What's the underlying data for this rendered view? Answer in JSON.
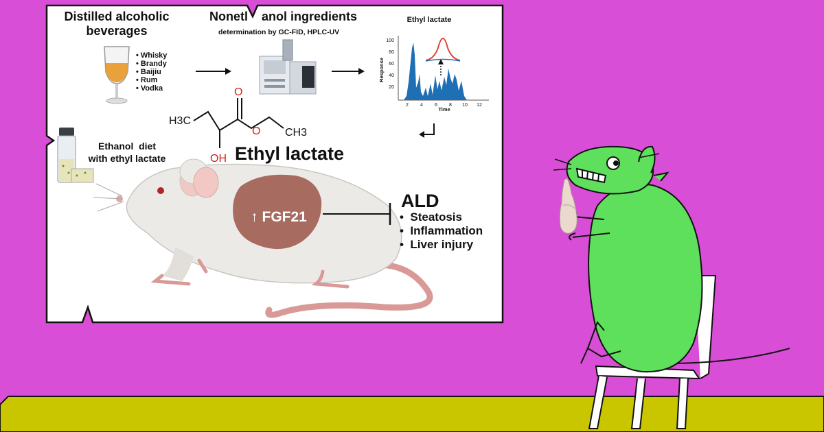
{
  "colors": {
    "background": "#d84ed6",
    "floor": "#c9c600",
    "board": "#ffffff",
    "mouse_body": "#eceae6",
    "liver": "#a86b5f",
    "cartoon_rat": "#5ee05c",
    "chromatogram": "#1f6fb5",
    "peak_zoom": "#e0443a",
    "chemistry_red": "#d0221a"
  },
  "board": {
    "beverages": {
      "title_line1": "Distilled alcoholic",
      "title_line2": "beverages",
      "items": [
        "• Whisky",
        "• Brandy",
        "• Baijiu",
        "• Rum",
        "• Vodka"
      ]
    },
    "analysis": {
      "title": "Nonetl    anol ingredients",
      "subtitle": "determination  by GC-FID, HPLC-UV"
    },
    "chromatogram": {
      "title": "Ethyl lactate",
      "ylabel": "Response",
      "xlabel": "Time",
      "yticks": [
        "100",
        "80",
        "60",
        "40",
        "20"
      ],
      "xticks": [
        "2",
        "4",
        "6",
        "8",
        "10",
        "12"
      ]
    },
    "molecule": {
      "h3c": "H3C",
      "o": "O",
      "oh": "OH",
      "ch3": "CH3",
      "name": "Ethyl lactate"
    },
    "diet": {
      "line1": "Ethanol  diet",
      "line2": "with ethyl lactate"
    },
    "fgf21": "↑ FGF21",
    "ald": {
      "title": "ALD",
      "items": [
        "•  Steatosis",
        "•  Inflammation",
        "•  Liver injury"
      ]
    }
  },
  "icons": [
    "wine-glass-icon",
    "gc-instrument-icon",
    "vial-icon",
    "mouse-illustration",
    "cartoon-rat",
    "inhibition-icon",
    "return-arrow-icon"
  ]
}
